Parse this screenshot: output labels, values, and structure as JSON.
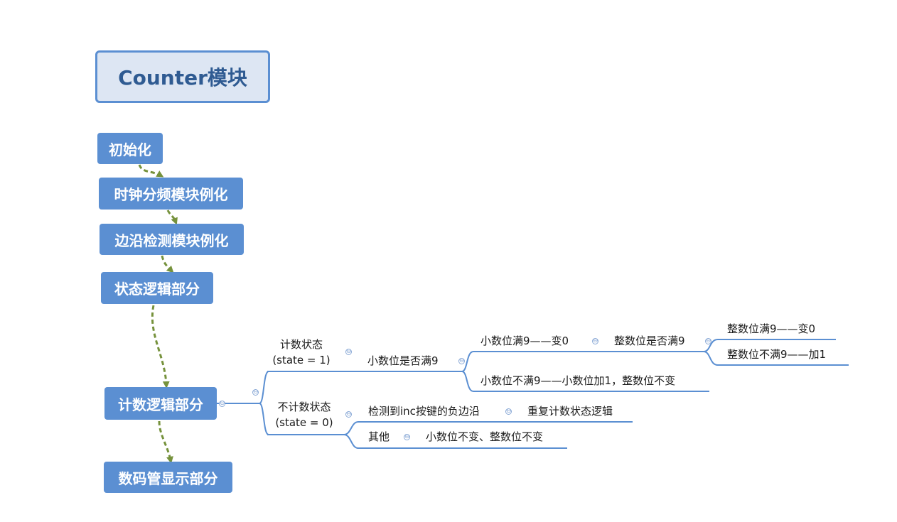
{
  "title": "Counter模块",
  "steps": [
    "初始化",
    "时钟分频模块例化",
    "边沿检测模块例化",
    "状态逻辑部分",
    "计数逻辑部分",
    "数码管显示部分"
  ],
  "tree": {
    "counting_state": "计数状态",
    "counting_state_cond": "(state = 1)",
    "decimal_full_q": "小数位是否满9",
    "decimal_full": "小数位满9——变0",
    "integer_full_q": "整数位是否满9",
    "integer_full": "整数位满9——变0",
    "integer_not_full": "整数位不满9——加1",
    "decimal_not_full": "小数位不满9——小数位加1，整数位不变",
    "idle_state": "不计数状态",
    "idle_state_cond": "(state = 0)",
    "inc_negedge": "检测到inc按键的负边沿",
    "repeat_logic": "重复计数状态逻辑",
    "other": "其他",
    "keep": "小数位不变、整数位不变"
  },
  "collapse_symbol": "⊖",
  "colors": {
    "node_fill": "#5b8fd2",
    "title_fill": "#dde6f3",
    "title_text": "#2f5b92",
    "arrow": "#76923c",
    "line": "#5b8fd2"
  }
}
